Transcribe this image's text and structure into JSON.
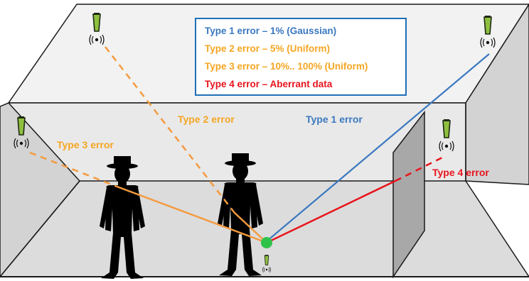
{
  "colors": {
    "type1": "#3a78c0",
    "type2": "#f5a623",
    "type3": "#f5a623",
    "type4": "#e8141c",
    "orange_line": "#f49a3e",
    "legend_border": "#1f6fb8",
    "tag_green": "#2fc24b"
  },
  "legend": {
    "type1": "Type 1 error  – 1% (Gaussian)",
    "type2": "Type 2 error –  5% (Uniform)",
    "type3": "Type 3 error –  10%.. 100% (Uniform)",
    "type4": "Type 4 error – Aberrant data"
  },
  "labels": {
    "type1": "Type 1 error",
    "type2": "Type 2 error",
    "type3": "Type 3 error",
    "type4": "Type 4 error"
  },
  "icons": {
    "anchor": "wireless-anchor-icon",
    "person": "person-silhouette-icon",
    "tag": "tag-node-icon",
    "signal": "radio-signal-icon"
  }
}
